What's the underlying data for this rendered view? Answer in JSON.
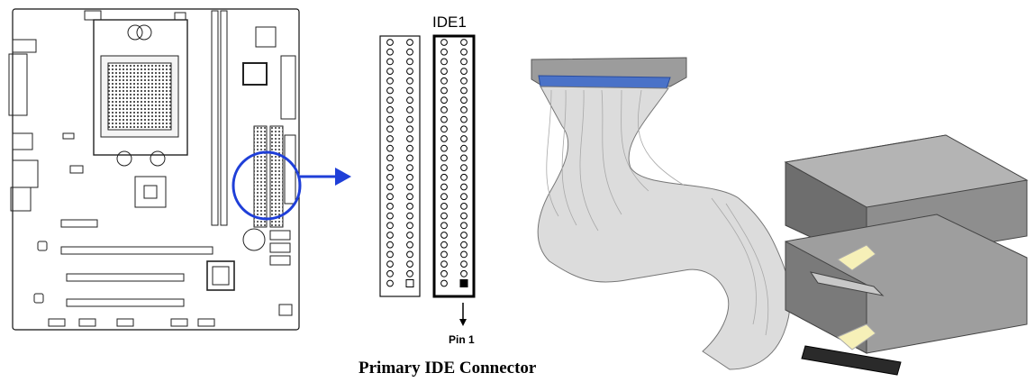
{
  "connector": {
    "label": "IDE1",
    "pin_label": "Pin 1",
    "rows_per_column": 26
  },
  "caption": "Primary IDE Connector",
  "colors": {
    "highlight": "#1f3fd8",
    "ribbon_blue": "#4a72c8",
    "ribbon": "#d8d8d8",
    "drive": "#9a9a9a"
  }
}
